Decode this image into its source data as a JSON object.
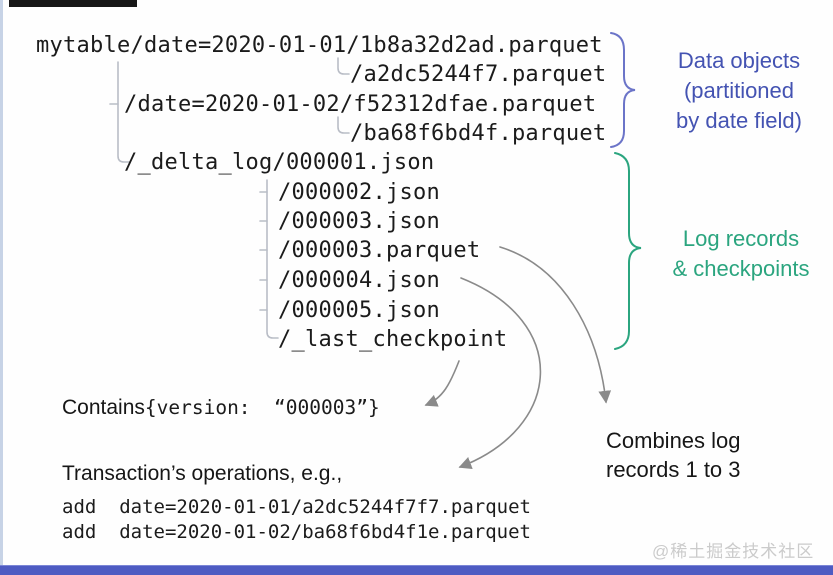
{
  "tree": {
    "rows": [
      {
        "text": "mytable/date=2020-01-01/1b8a32d2ad.parquet"
      },
      {
        "text": "/a2dc5244f7.parquet"
      },
      {
        "text": "/date=2020-01-02/f52312dfae.parquet"
      },
      {
        "text": "/ba68f6bd4f.parquet"
      },
      {
        "text": "/_delta_log/000001.json"
      },
      {
        "text": "/000002.json"
      },
      {
        "text": "/000003.json"
      },
      {
        "text": "/000003.parquet"
      },
      {
        "text": "/000004.json"
      },
      {
        "text": "/000005.json"
      },
      {
        "text": "/_last_checkpoint"
      }
    ]
  },
  "labels": {
    "data_objects": "Data objects\n(partitioned\nby date field)",
    "log_records": "Log records\n& checkpoints",
    "combines": "Combines log\nrecords 1 to 3",
    "contains_prefix": "Contains ",
    "contains_code": "{version:  “000003”}",
    "transactions": "Transaction’s operations, e.g.,",
    "add_line1": "add  date=2020-01-01/a2dc5244f7f7.parquet",
    "add_line2": "add  date=2020-01-02/ba68f6bd4f1e.parquet"
  },
  "watermark": "@稀土掘金技术社区",
  "colors": {
    "blue_label": "#4453b2",
    "blue_brace": "#6b74c8",
    "green_label": "#2ba57f",
    "arrow_gray": "#8a8a8a",
    "tree_line": "#b9bdc6",
    "bottom_bar": "#4e5bc2",
    "left_edge": "#c7d3e6"
  }
}
